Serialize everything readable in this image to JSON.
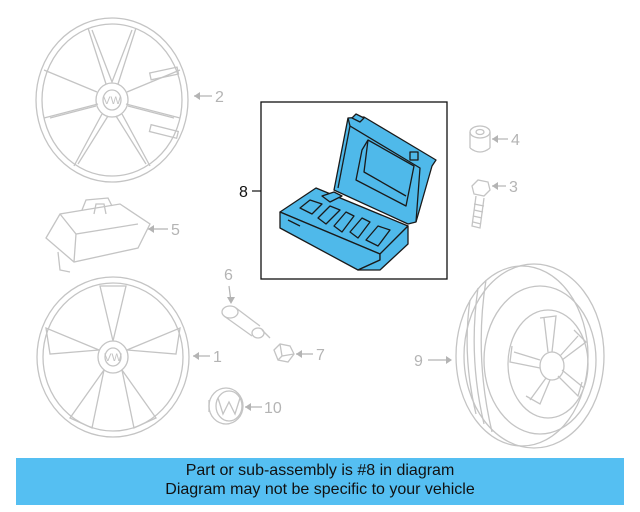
{
  "callouts": {
    "c1": "1",
    "c2": "2",
    "c3": "3",
    "c4": "4",
    "c5": "5",
    "c6": "6",
    "c7": "7",
    "c8": "8",
    "c9": "9",
    "c10": "10"
  },
  "highlight_part": "8",
  "colors": {
    "highlight_fill": "#4fb9ea",
    "banner_bg": "#55bff2",
    "ghost_line": "#c4c4c4"
  },
  "banner": {
    "line1": "Part or sub-assembly is #8 in diagram",
    "line2": "Diagram may not be specific to your vehicle"
  }
}
